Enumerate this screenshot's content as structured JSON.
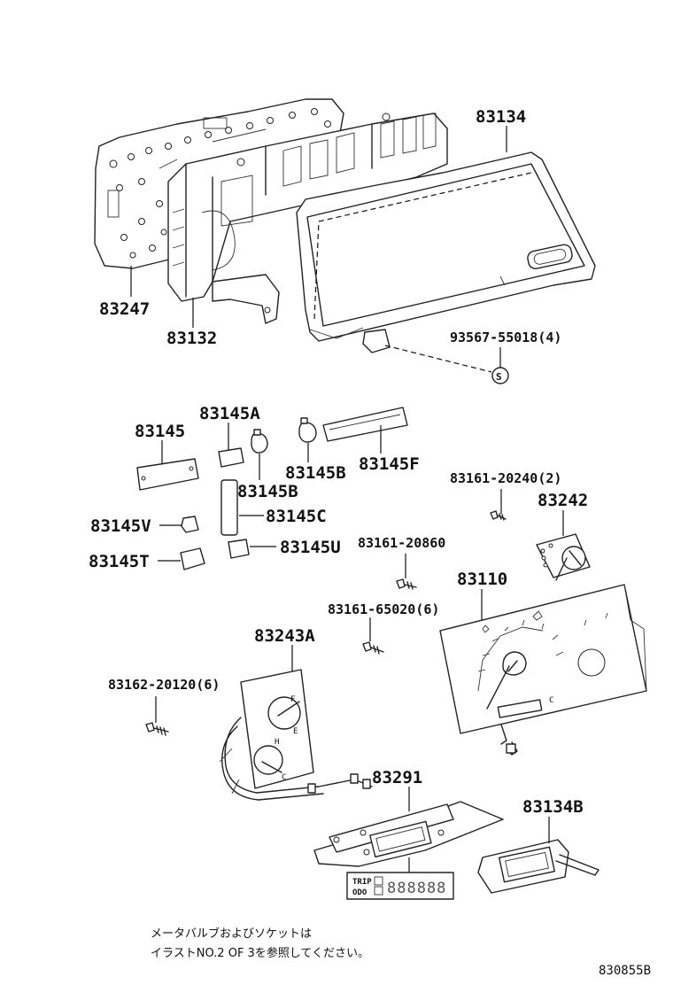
{
  "parts": {
    "p83134": "83134",
    "p83247": "83247",
    "p83132": "83132",
    "p93567": "93567-55018(4)",
    "screw_mark": "S",
    "p83145A": "83145A",
    "p83145": "83145",
    "p83145B_1": "83145B",
    "p83145F": "83145F",
    "p83145B_2": "83145B",
    "p83161_20240": "83161-20240(2)",
    "p83145C": "83145C",
    "p83242": "83242",
    "p83145V": "83145V",
    "p83145U": "83145U",
    "p83161_20860": "83161-20860",
    "p83145T": "83145T",
    "p83110": "83110",
    "p83161_65020": "83161-65020(6)",
    "p83243A": "83243A",
    "p83162_20120": "83162-20120(6)",
    "p83291": "83291",
    "p83134B": "83134B"
  },
  "lcd": {
    "trip_label": "TRIP",
    "odo_label": "ODO",
    "digits": "888888"
  },
  "gauge_letters": {
    "f": "F",
    "e": "E",
    "h": "H",
    "c1": "C",
    "c2": "C"
  },
  "note": {
    "line1": "メータバルブおよびソケットは",
    "line2": "イラストNO.2 OF 3を参照してください。"
  },
  "diagram_code": "830855B"
}
